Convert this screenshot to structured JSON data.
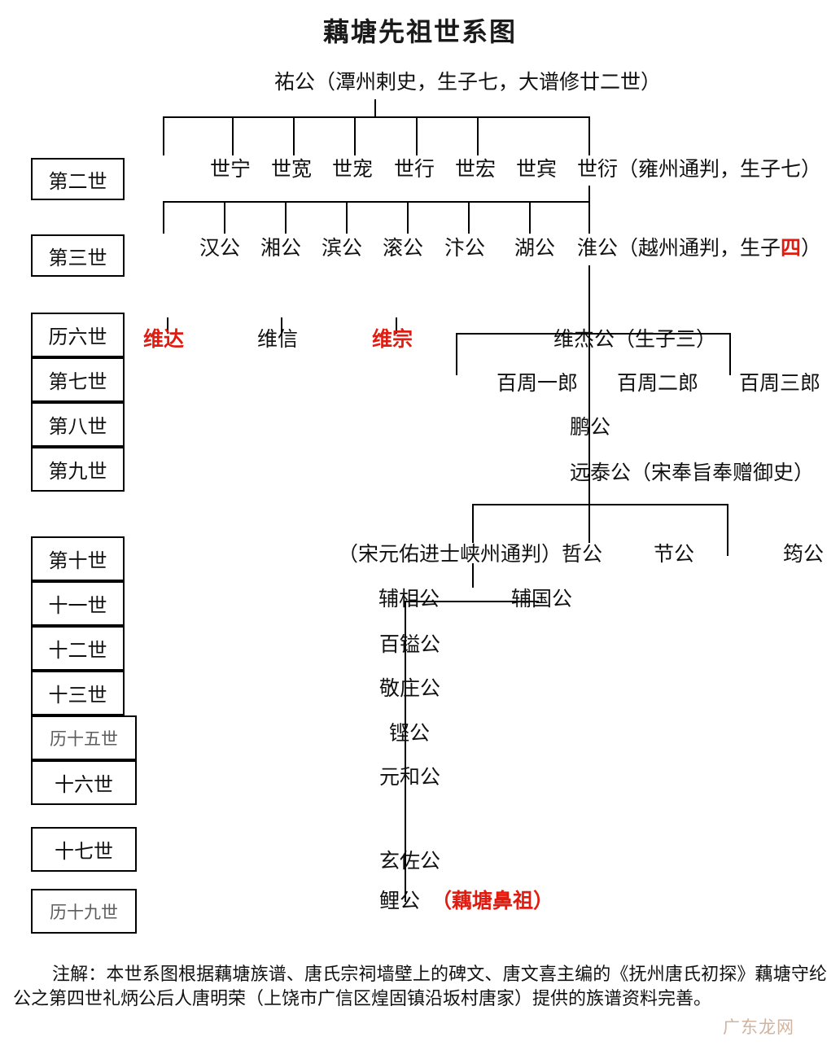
{
  "title": "藕塘先祖世系图",
  "generation_labels": [
    {
      "id": "gen2",
      "label": "第二世"
    },
    {
      "id": "gen3",
      "label": "第三世"
    },
    {
      "id": "gen6",
      "label": "历六世"
    },
    {
      "id": "gen7",
      "label": "第七世"
    },
    {
      "id": "gen8",
      "label": "第八世"
    },
    {
      "id": "gen9",
      "label": "第九世"
    },
    {
      "id": "gen10",
      "label": "第十世"
    },
    {
      "id": "gen11",
      "label": "十一世"
    },
    {
      "id": "gen12",
      "label": "十二世"
    },
    {
      "id": "gen13",
      "label": "十三世"
    },
    {
      "id": "gen15",
      "label": "历十五世"
    },
    {
      "id": "gen16",
      "label": "十六世"
    },
    {
      "id": "gen17",
      "label": "十七世"
    },
    {
      "id": "gen19",
      "label": "历十九世"
    }
  ],
  "nodes": {
    "root": "祐公（潭州剌史，生子七，大谱修廿二世）",
    "gen2": {
      "n1": "世宁",
      "n2": "世宽",
      "n3": "世宠",
      "n4": "世行",
      "n5": "世宏",
      "n6": "世宾",
      "n7_pre": "世衍（雍州通判，生子七）"
    },
    "gen3": {
      "n1": "汉公",
      "n2": "湘公",
      "n3": "滨公",
      "n4": "滚公",
      "n5": "汴公",
      "n6": "湖公",
      "n7_pre": "淮公（越州通判，生子",
      "n7_red": "四",
      "n7_post": "）"
    },
    "gen6": {
      "n1": "维达",
      "n2": "维信",
      "n3": "维宗",
      "n4": "维杰公（生子三）"
    },
    "gen7": {
      "n1": "百周一郎",
      "n2": "百周二郎",
      "n3": "百周三郎"
    },
    "gen8": {
      "n1": "鹏公"
    },
    "gen9": {
      "n1": "远泰公（宋奉旨奉赠御史）"
    },
    "gen10": {
      "n1": "（宋元佑进士峡州通判）哲公",
      "n2": "节公",
      "n3": "筠公"
    },
    "gen11": {
      "n1": "辅相公",
      "n2": "辅国公"
    },
    "gen12": {
      "n1": "百镒公"
    },
    "gen13": {
      "n1": "敬庄公"
    },
    "gen15": {
      "n1": "铿公"
    },
    "gen16": {
      "n1": "元和公"
    },
    "gen17": {
      "n1": "玄佐公"
    },
    "gen19": {
      "n1": "鲤公",
      "n1_red": "（藕塘鼻祖）"
    }
  },
  "note": "注解：本世系图根据藕塘族谱、唐氏宗祠墙壁上的碑文、唐文喜主编的《抚州唐氏初探》藕塘守纶公之第四世礼炳公后人唐明荣（上饶市广信区煌固镇沿坂村唐家）提供的族谱资料完善。",
  "watermark": "广东龙网",
  "colors": {
    "highlight": "#e01b10",
    "line": "#000000",
    "text": "#111111",
    "watermark": "#c9a88f"
  }
}
